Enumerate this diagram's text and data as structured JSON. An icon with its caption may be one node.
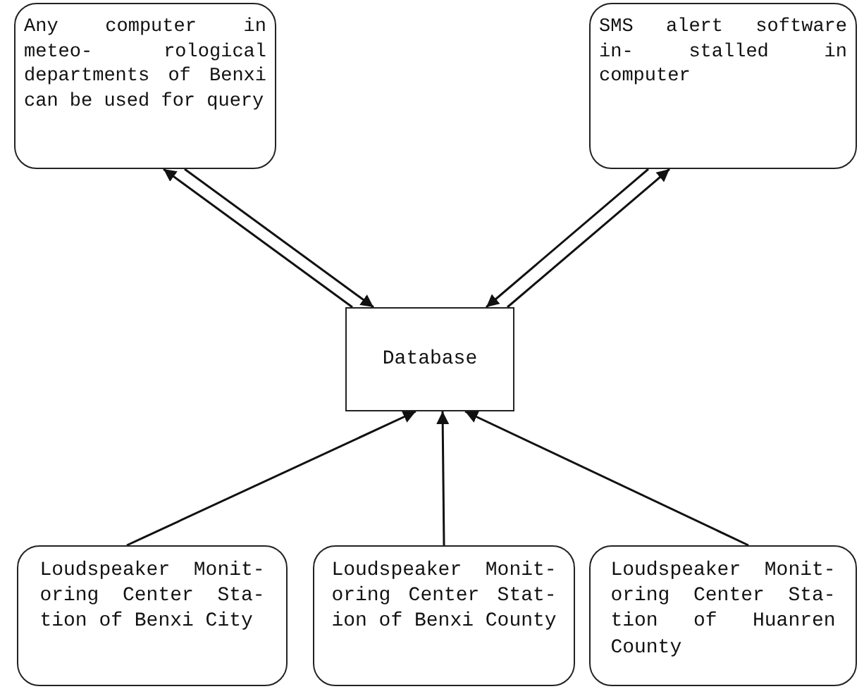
{
  "diagram": {
    "nodes": [
      {
        "text": [
          "Any computer in meteo- rological departments of Benxi can be used for query"
        ]
      },
      {
        "text": [
          "SMS alert software in- stalled in computer"
        ]
      },
      {
        "text": [
          "Database"
        ]
      },
      {
        "text": [
          "Loudspeaker Monit- oring Center Sta- tion of Benxi City"
        ]
      },
      {
        "text": [
          "Loudspeaker Monit- oring Center Stat- ion of Benxi County"
        ]
      },
      {
        "text": [
          "Loudspeaker Monit- oring Center Sta- tion of Huanren County"
        ]
      }
    ],
    "edges": [
      {
        "from": 2,
        "to": 0,
        "arrow": "to"
      },
      {
        "from": 0,
        "to": 2,
        "arrow": "to"
      },
      {
        "from": 1,
        "to": 2,
        "arrow": "to"
      },
      {
        "from": 2,
        "to": 1,
        "arrow": "to"
      },
      {
        "from": 3,
        "to": 2,
        "arrow": "to"
      },
      {
        "from": 4,
        "to": 2,
        "arrow": "to"
      },
      {
        "from": 5,
        "to": 2,
        "arrow": "to"
      }
    ]
  }
}
